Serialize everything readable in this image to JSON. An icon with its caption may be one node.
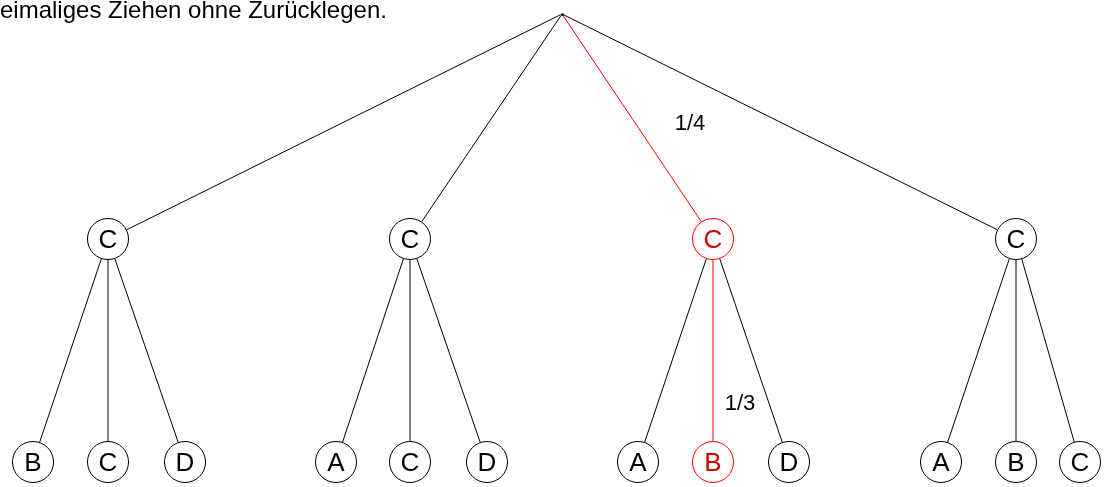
{
  "diagram": {
    "title": "eimaliges Ziehen ohne Zurücklegen.",
    "nodes": [
      {
        "text": [],
        "shape": "point"
      },
      {
        "text": [
          "C"
        ]
      },
      {
        "text": [
          "C"
        ]
      },
      {
        "text": [
          "C"
        ]
      },
      {
        "text": [
          "C"
        ]
      },
      {
        "text": [
          "B"
        ]
      },
      {
        "text": [
          "C"
        ]
      },
      {
        "text": [
          "D"
        ]
      },
      {
        "text": [
          "A"
        ]
      },
      {
        "text": [
          "C"
        ]
      },
      {
        "text": [
          "D"
        ]
      },
      {
        "text": [
          "A"
        ]
      },
      {
        "text": [
          "B"
        ]
      },
      {
        "text": [
          "D"
        ]
      },
      {
        "text": [
          "A"
        ]
      },
      {
        "text": [
          "B"
        ]
      },
      {
        "text": [
          "C"
        ]
      }
    ],
    "edges": [
      {
        "from": 0,
        "to": 1,
        "arrow": "none"
      },
      {
        "from": 0,
        "to": 2,
        "arrow": "none"
      },
      {
        "from": 0,
        "to": 3,
        "arrow": "none",
        "label": "1/4",
        "color": "#ff0000"
      },
      {
        "from": 0,
        "to": 4,
        "arrow": "none"
      },
      {
        "from": 1,
        "to": 5,
        "arrow": "none"
      },
      {
        "from": 1,
        "to": 6,
        "arrow": "none"
      },
      {
        "from": 1,
        "to": 7,
        "arrow": "none"
      },
      {
        "from": 2,
        "to": 8,
        "arrow": "none"
      },
      {
        "from": 2,
        "to": 9,
        "arrow": "none"
      },
      {
        "from": 2,
        "to": 10,
        "arrow": "none"
      },
      {
        "from": 3,
        "to": 11,
        "arrow": "none"
      },
      {
        "from": 3,
        "to": 12,
        "arrow": "none",
        "label": "1/3",
        "color": "#ff0000"
      },
      {
        "from": 3,
        "to": 13,
        "arrow": "none"
      },
      {
        "from": 4,
        "to": 14,
        "arrow": "none"
      },
      {
        "from": 4,
        "to": 15,
        "arrow": "none"
      },
      {
        "from": 4,
        "to": 16,
        "arrow": "none"
      }
    ]
  }
}
